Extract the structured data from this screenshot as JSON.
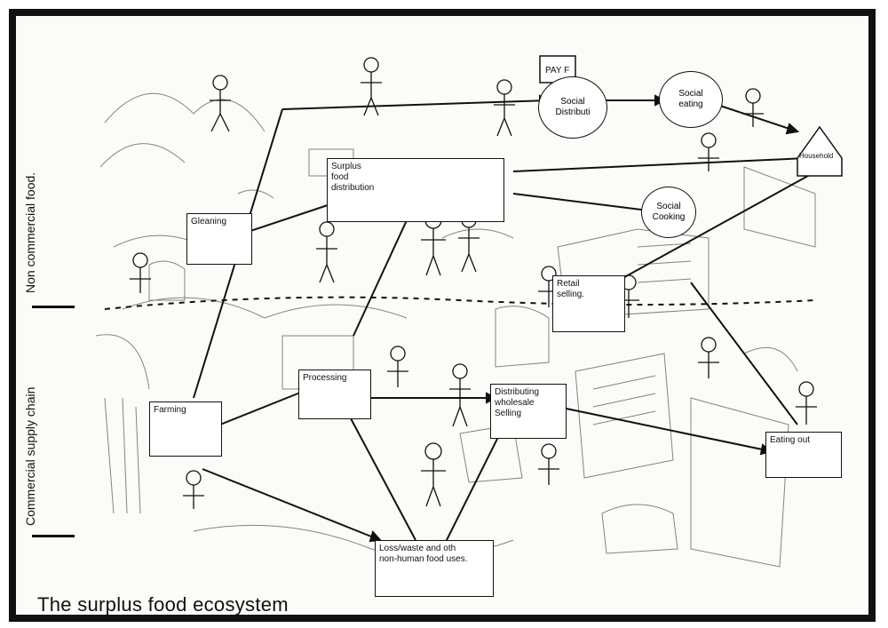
{
  "title": "The surplus food ecosystem",
  "sidebar": {
    "non_commercial": "Non commercial food.",
    "commercial": "Commercial supply chain"
  },
  "nodes": {
    "gleaning": "Gleaning",
    "surplus": "Surplus\nfood\ndistribution",
    "social_distribution": "Social\nDistributi",
    "social_eating": "Social\neating",
    "household": "Household",
    "social_cooking": "Social\nCooking",
    "retail": "Retail\nselling.",
    "processing": "Processing",
    "farming": "Farming",
    "distributing": "Distributing\nwholesale\nSelling",
    "eating_out": "Eating out",
    "loss_waste": "Loss/waste and oth\nnon-human food uses."
  },
  "sign_text": "PAY F",
  "colors": {
    "ink": "#111111",
    "paper": "#fbfbf7"
  }
}
